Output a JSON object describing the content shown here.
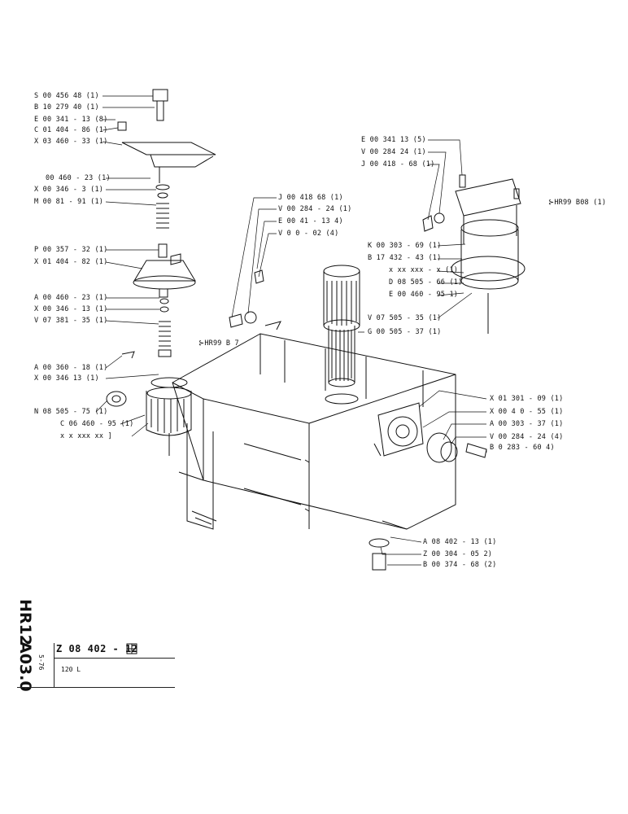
{
  "labels": [
    {
      "id": "l01",
      "text": "S 00 456  48 (1)"
    },
    {
      "id": "l02",
      "text": "B 10 279  40 (1)"
    },
    {
      "id": "l03",
      "text": "E 00 341 - 13 (8)"
    },
    {
      "id": "l04",
      "text": "C 01 404 - 86 (1)"
    },
    {
      "id": "l05",
      "text": "X 03 460 - 33 (1)"
    },
    {
      "id": "l06",
      "text": "00 460 - 23 (1)"
    },
    {
      "id": "l07",
      "text": "X 00 346 - 3 (1)"
    },
    {
      "id": "l08",
      "text": "M 00  81 - 91 (1)"
    },
    {
      "id": "l09",
      "text": "P 00 357 - 32 (1)"
    },
    {
      "id": "l10",
      "text": "X 01 404 - 82 (1)"
    },
    {
      "id": "l11",
      "text": "A 00 460 - 23 (1)"
    },
    {
      "id": "l12",
      "text": "X 00 346 - 13 (1)"
    },
    {
      "id": "l13",
      "text": "V 07 381 - 35 (1)"
    },
    {
      "id": "l14",
      "text": "A 00 360 - 18 (1)"
    },
    {
      "id": "l15",
      "text": "X 00 346  13 (1)"
    },
    {
      "id": "l16",
      "text": "N 08 505 - 75 (1)"
    },
    {
      "id": "l17",
      "text": "C 06 460 - 95 (1)"
    },
    {
      "id": "l18",
      "text": "x  x   xxx  xx  ]"
    },
    {
      "id": "l19",
      "text": "J 00 418  68  (1)"
    },
    {
      "id": "l20",
      "text": "V 00 284 - 24 (1)"
    },
    {
      "id": "l21",
      "text": "E 00  41 - 13  4)"
    },
    {
      "id": "l22",
      "text": "V  0    0 - 02 (4)"
    },
    {
      "id": "l23",
      "text": "HR99  B  7"
    },
    {
      "id": "l24",
      "text": "E 00 341  13  (5)"
    },
    {
      "id": "l25",
      "text": "V 00 284  24 (1)"
    },
    {
      "id": "l26",
      "text": "J 00 418 - 68 (1)"
    },
    {
      "id": "l27",
      "text": "HR99  B08  (1)"
    },
    {
      "id": "l28",
      "text": "K 00 303 - 69 (1)"
    },
    {
      "id": "l29",
      "text": "B 17 432 - 43 (1)"
    },
    {
      "id": "l30",
      "text": "x  xx  xxx - x   (1)"
    },
    {
      "id": "l31",
      "text": "D 08 505 - 66 (1)"
    },
    {
      "id": "l32",
      "text": "E 00 460 - 95  1)"
    },
    {
      "id": "l33",
      "text": "V 07 505 - 35 (1)"
    },
    {
      "id": "l34",
      "text": "G 00 505 - 37 (1)"
    },
    {
      "id": "l35",
      "text": "X 01  301 - 09 (1)"
    },
    {
      "id": "l36",
      "text": "X 00 4  0 - 55 (1)"
    },
    {
      "id": "l37",
      "text": "A 00 303 - 37 (1)"
    },
    {
      "id": "l38",
      "text": "V 00 284 - 24 (4)"
    },
    {
      "id": "l39",
      "text": "B    0 283 - 60  4)"
    },
    {
      "id": "l40",
      "text": "A 08 402 - 13 (1)"
    },
    {
      "id": "l41",
      "text": "Z 00 304 - 05  2)"
    },
    {
      "id": "l42",
      "text": "B 00 374 - 68 (2)"
    }
  ],
  "side_code": {
    "line1": "HR12",
    "line2": "A03.0"
  },
  "title_block": {
    "code": "Z 08 402 - 12",
    "subtitle": "120 L",
    "date": "5-76"
  }
}
